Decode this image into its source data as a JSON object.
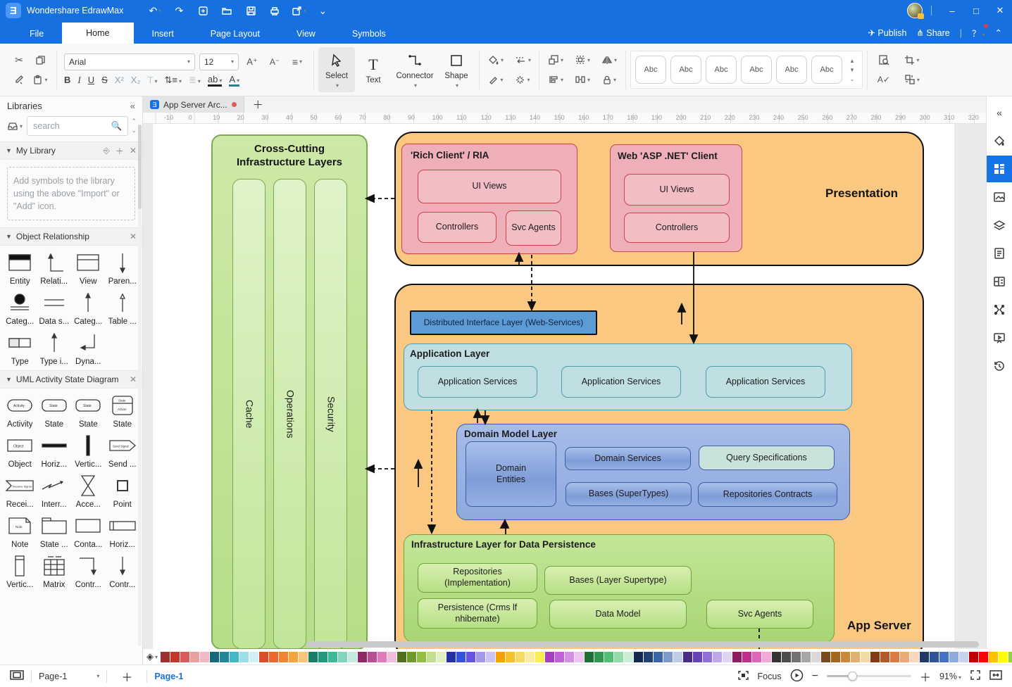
{
  "titlebar": {
    "app_name": "Wondershare EdrawMax"
  },
  "menu": {
    "tabs": [
      "File",
      "Home",
      "Insert",
      "Page Layout",
      "View",
      "Symbols"
    ],
    "active_tab": "Home",
    "publish_label": "Publish",
    "share_label": "Share"
  },
  "toolbar": {
    "font_name": "Arial",
    "font_size": "12",
    "select_label": "Select",
    "text_label": "Text",
    "connector_label": "Connector",
    "shape_label": "Shape",
    "style_preset_label": "Abc"
  },
  "doc_tabs": {
    "active_title": "App Server Arc..."
  },
  "libraries": {
    "panel_title": "Libraries",
    "search_placeholder": "search",
    "my_library": {
      "title": "My Library",
      "empty_text": "Add symbols to the library using the above \"Import\" or \"Add\" icon."
    },
    "object_relationship": {
      "title": "Object Relationship",
      "items": [
        "Entity",
        "Relati...",
        "View",
        "Paren...",
        "Categ...",
        "Data s...",
        "Categ...",
        "Table ...",
        "Type",
        "Type i...",
        "Dyna..."
      ]
    },
    "uml_activity": {
      "title": "UML Activity State Diagram",
      "items": [
        "Activity",
        "State",
        "State",
        "State",
        "Object",
        "Horiz...",
        "Vertic...",
        "Send ...",
        "Recei...",
        "Interr...",
        "Acce...",
        "Point",
        "Note",
        "State ...",
        "Conta...",
        "Horiz...",
        "Vertic...",
        "Matrix",
        "Contr...",
        "Contr..."
      ]
    }
  },
  "diagram": {
    "cross_cutting": {
      "title": "Cross-Cutting Infrastructure Layers",
      "bars": [
        "Cache",
        "Operations",
        "Security"
      ]
    },
    "presentation": {
      "label": "Presentation",
      "rich_client": {
        "title": "'Rich Client' / RIA",
        "ui_views": "UI Views",
        "controllers": "Controllers",
        "svc_agents": "Svc Agents"
      },
      "web_client": {
        "title": "Web 'ASP .NET' Client",
        "ui_views": "UI Views",
        "controllers": "Controllers"
      }
    },
    "app_server": {
      "label": "App Server",
      "dil": "Distributed Interface Layer (Web-Services)",
      "application_layer": {
        "title": "Application Layer",
        "services": [
          "Application Services",
          "Application Services",
          "Application Services"
        ]
      },
      "domain_layer": {
        "title": "Domain Model Layer",
        "entities": "Domain Entities",
        "services": "Domain Services",
        "query": "Query Specifications",
        "bases": "Bases (SuperTypes)",
        "repos": "Repositories Contracts"
      },
      "infra_layer": {
        "title": "Infrastructure Layer for Data Persistence",
        "repositories": "Repositories (Implementation)",
        "bases": "Bases (Layer Supertype)",
        "persistence": "Persistence (Crms lf nhibernate)",
        "data_model": "Data Model",
        "svc_agents": "Svc Agents"
      }
    },
    "colors": {
      "orange": "#fbc882",
      "pink": "#f3bdc4",
      "green": "#c6e7a2",
      "blue_rect": "#5c9bd5",
      "teal": "#bfdfe3",
      "domain_blue": "#93aee0"
    }
  },
  "rulers": {
    "h_start": -10,
    "h_end": 320,
    "v_start": 10,
    "v_end": 210,
    "step": 10
  },
  "palette": {
    "colors": [
      "#9c2f2f",
      "#c0392b",
      "#d95c5c",
      "#e8a0a0",
      "#f2b8c6",
      "#16697a",
      "#23879c",
      "#45b8c8",
      "#9bdde8",
      "#cff0f5",
      "#d94f2b",
      "#e8682f",
      "#f08433",
      "#f0a63c",
      "#f5c579",
      "#177e68",
      "#23987e",
      "#3fb898",
      "#82d4bc",
      "#c2eadf",
      "#8e2963",
      "#b84e93",
      "#e07bbb",
      "#f2bcdd",
      "#4f6e1e",
      "#6e9a2b",
      "#92be44",
      "#c3de92",
      "#dfefc2",
      "#2431a6",
      "#3353d9",
      "#6655e0",
      "#a498e8",
      "#cbc4f2",
      "#f2a202",
      "#f5c02b",
      "#f7d966",
      "#faeba3",
      "#f7ee4f",
      "#a63fbe",
      "#be62d4",
      "#d48fe2",
      "#ebc4f2",
      "#1e6e38",
      "#2f9950",
      "#52be74",
      "#93d9a9",
      "#c9edd5",
      "#13294f",
      "#204273",
      "#3a66a6",
      "#7e9ac9",
      "#bdcde6",
      "#4a2c85",
      "#6743b8",
      "#9070d4",
      "#bfa8e8",
      "#e0d4f5",
      "#8c1d5e",
      "#be2e8a",
      "#dd66b8",
      "#f2a8d8",
      "#333333",
      "#4d4d4d",
      "#737373",
      "#a6a6a6",
      "#d9d9d9",
      "#7a4a21",
      "#a3681f",
      "#c8893a",
      "#e0b070",
      "#f2d9a6",
      "#823b16",
      "#b05a2b",
      "#d97b43",
      "#eba878",
      "#f7d6bc",
      "#1f3864",
      "#2e5496",
      "#4472c4",
      "#8faadc",
      "#c5d3ec",
      "#c00000",
      "#ff0000",
      "#ffc000",
      "#ffff00",
      "#92d050",
      "#00b050"
    ]
  },
  "statusbar": {
    "page_dropdown": "Page-1",
    "page_tab": "Page-1",
    "focus_label": "Focus",
    "zoom_value": "91%"
  }
}
